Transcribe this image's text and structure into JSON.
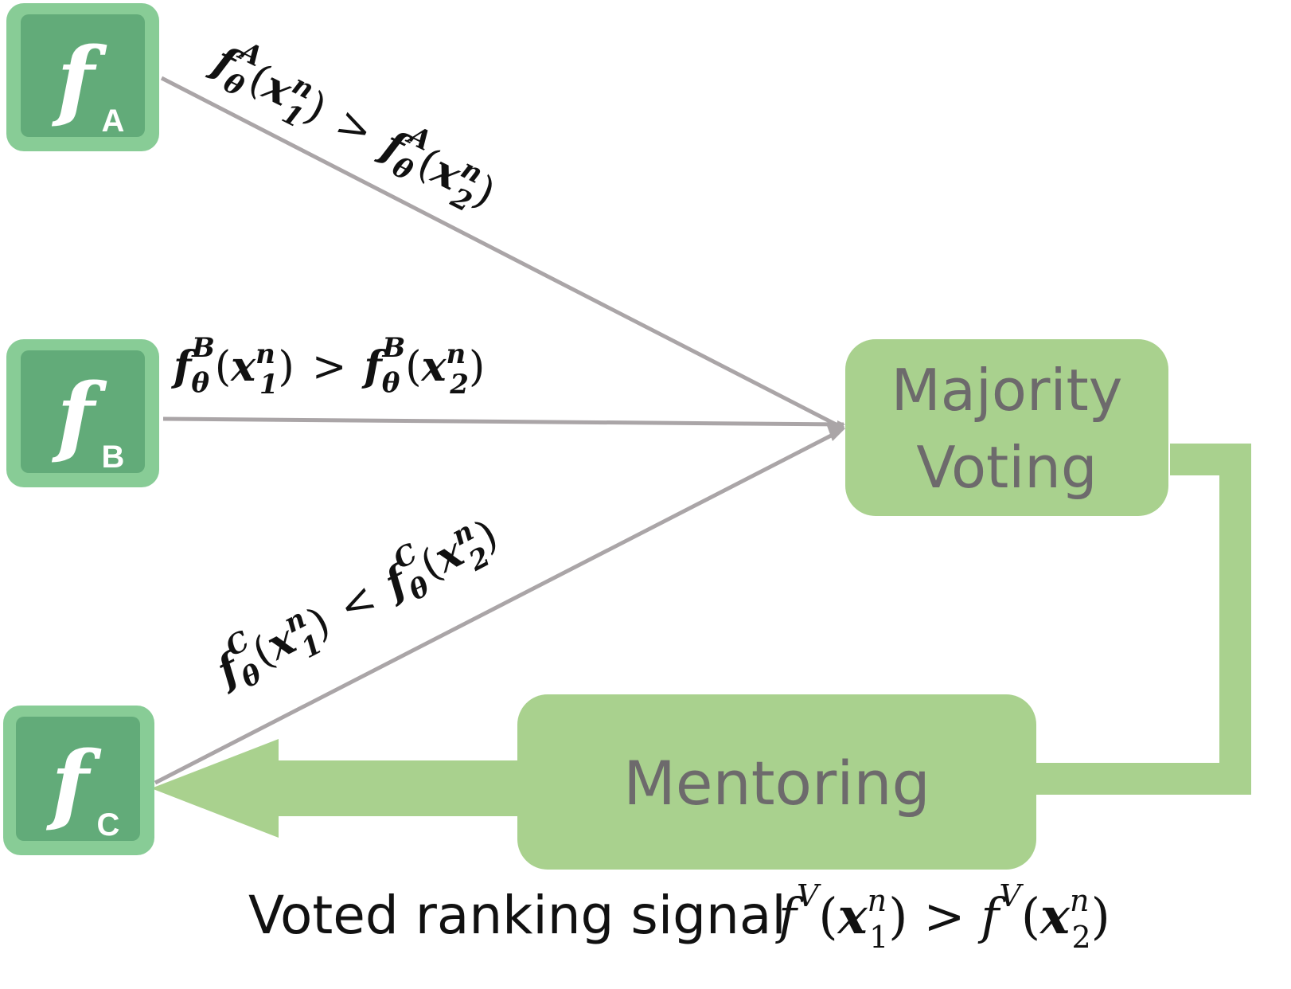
{
  "colors": {
    "model_outer": "#88cc96",
    "model_inner": "#62ab79",
    "box_fill": "#a9d18e",
    "connector": "#aaa5a7",
    "box_text": "#6d6a6c",
    "text": "#111111"
  },
  "models": [
    {
      "glyph": "f",
      "sub": "A"
    },
    {
      "glyph": "f",
      "sub": "B"
    },
    {
      "glyph": "f",
      "sub": "C"
    }
  ],
  "edges": {
    "a": {
      "f": "f",
      "sup": "A",
      "sub": "θ",
      "x1": "x",
      "n": "n",
      "i1": "1",
      "op": ">",
      "i2": "2"
    },
    "b": {
      "f": "f",
      "sup": "B",
      "sub": "θ",
      "x1": "x",
      "n": "n",
      "i1": "1",
      "op": ">",
      "i2": "2"
    },
    "c": {
      "f": "f",
      "sup": "C",
      "sub": "θ",
      "x1": "x",
      "n": "n",
      "i1": "1",
      "op": "<",
      "i2": "2"
    }
  },
  "boxes": {
    "voting_line1": "Majority",
    "voting_line2": "Voting",
    "mentoring": "Mentoring"
  },
  "caption": {
    "text": "Voted ranking signal",
    "f": "f",
    "sup": "V",
    "x": "x",
    "n": "n",
    "i1": "1",
    "op": ">",
    "i2": "2"
  }
}
